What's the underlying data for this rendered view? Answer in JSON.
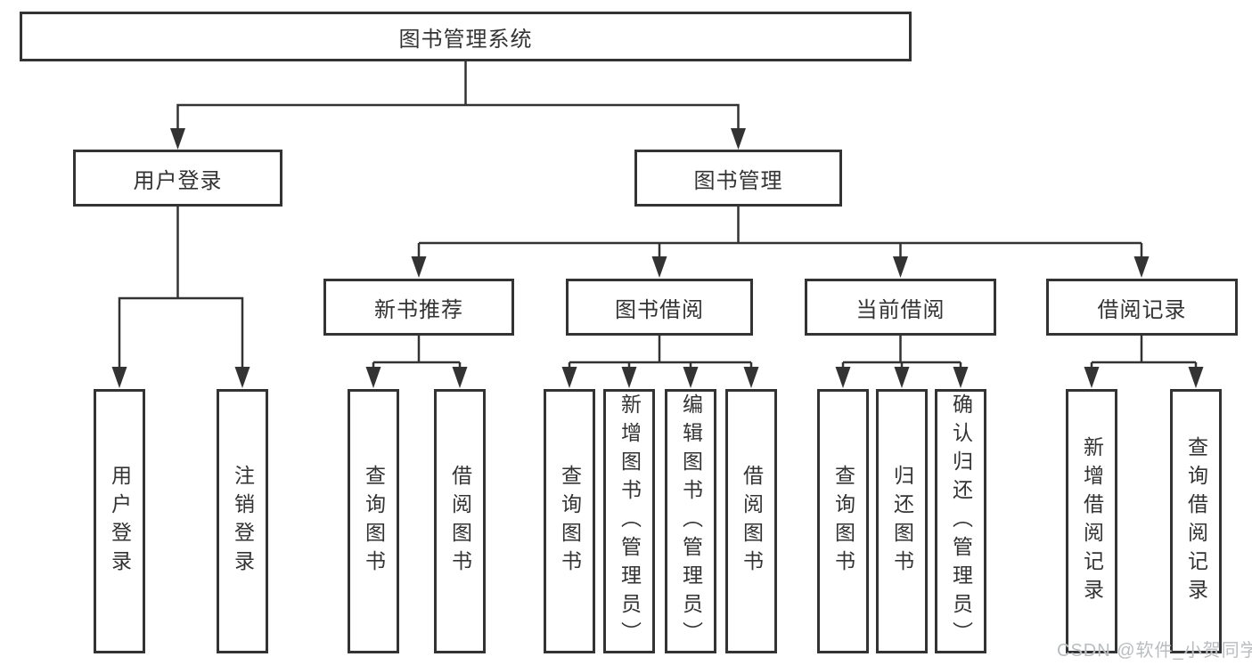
{
  "diagram_title": "图书管理系统",
  "tree": {
    "root": {
      "label": "图书管理系统"
    },
    "branches": [
      {
        "label": "用户登录",
        "children": [
          {
            "label": "用户登录"
          },
          {
            "label": "注销登录"
          }
        ]
      },
      {
        "label": "图书管理",
        "children": [
          {
            "label": "新书推荐",
            "children": [
              {
                "label": "查询图书"
              },
              {
                "label": "借阅图书"
              }
            ]
          },
          {
            "label": "图书借阅",
            "children": [
              {
                "label": "查询图书"
              },
              {
                "label": "新增图书（管理员）"
              },
              {
                "label": "编辑图书（管理员）"
              },
              {
                "label": "借阅图书"
              }
            ]
          },
          {
            "label": "当前借阅",
            "children": [
              {
                "label": "查询图书"
              },
              {
                "label": "归还图书"
              },
              {
                "label": "确认归还（管理员）"
              }
            ]
          },
          {
            "label": "借阅记录",
            "children": [
              {
                "label": "新增借阅记录"
              },
              {
                "label": "查询借阅记录"
              }
            ]
          }
        ]
      }
    ]
  },
  "watermark": {
    "text": "CSDN @软件_小贺同学"
  },
  "colors": {
    "line": "#333333",
    "text": "#333333",
    "background": "#ffffff",
    "watermark": "#b9bdbf"
  }
}
